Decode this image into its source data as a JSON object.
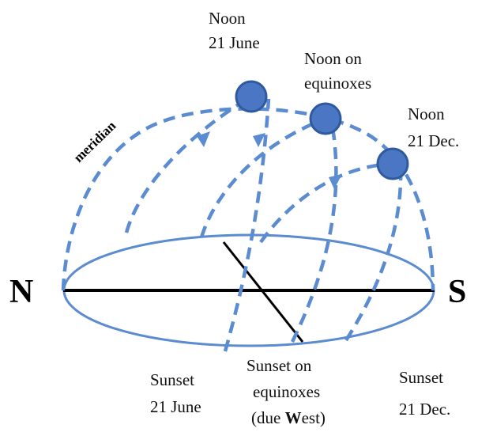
{
  "directions": {
    "north": "N",
    "south": "S",
    "west_bold": "W"
  },
  "meridian_label": "meridian",
  "labels": {
    "noon_june_line1": "Noon",
    "noon_june_line2": "21 June",
    "noon_equinox_line1": "Noon on",
    "noon_equinox_line2": "equinoxes",
    "noon_dec_line1": "Noon",
    "noon_dec_line2": "21 Dec.",
    "sunset_june_line1": "Sunset",
    "sunset_june_line2": "21 June",
    "sunset_equinox_line1": "Sunset on",
    "sunset_equinox_line2": "equinoxes",
    "sunset_equinox_line3_prefix": "(due ",
    "sunset_equinox_line3_suffix": "est)",
    "sunset_dec_line1": "Sunset",
    "sunset_dec_line2": "21 Dec."
  },
  "colors": {
    "path": "#5b8bd0",
    "sun": "#4a76c4",
    "axis": "#000000"
  }
}
